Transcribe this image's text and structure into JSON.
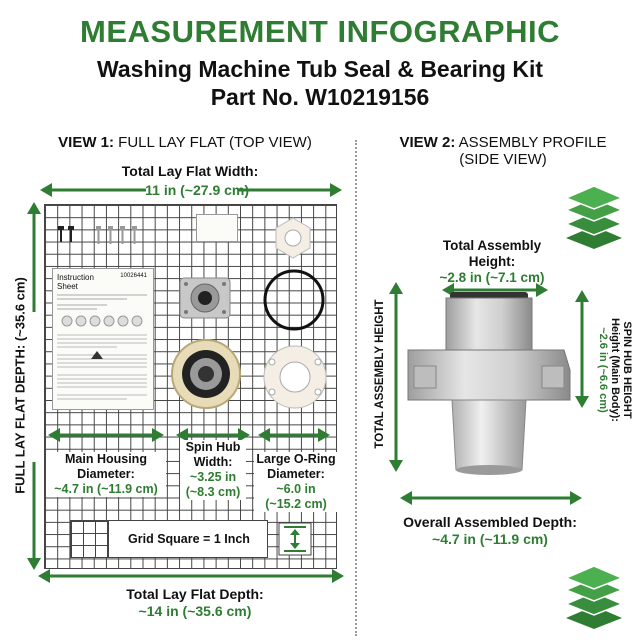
{
  "header": {
    "title": "MEASUREMENT INFOGRAPHIC",
    "subtitle_line1": "Washing Machine Tub Seal & Bearing Kit",
    "subtitle_line2": "Part No. W10219156"
  },
  "view1": {
    "heading_bold": "VIEW 1:",
    "heading_rest": " FULL LAY FLAT (TOP VIEW)",
    "width_label": "Total Lay Flat Width:",
    "width_value": "~11 in (~27.9 cm)",
    "depth_side_label": "FULL LAY FLAT DEPTH: (~35.6 cm)",
    "depth_label": "Total Lay Flat Depth:",
    "depth_value": "~14 in (~35.6 cm)",
    "main_housing_label": "Main Housing Diameter:",
    "main_housing_value": "~4.7 in (~11.9 cm)",
    "spin_hub_label": "Spin Hub Width:",
    "spin_hub_value_1": "~3.25 in",
    "spin_hub_value_2": "(~8.3 cm)",
    "oring_label": "Large O-Ring Diameter:",
    "oring_value_1": "~6.0 in",
    "oring_value_2": "(~15.2 cm)",
    "grid_legend": "Grid Square = 1 Inch",
    "instruction_title_1": "Instruction",
    "instruction_title_2": "Sheet",
    "instruction_number": "10026441"
  },
  "view2": {
    "heading_bold": "VIEW 2:",
    "heading_rest": " ASSEMBLY PROFILE",
    "heading_sub": "(SIDE VIEW)",
    "height_label": "Total Assembly Height:",
    "height_value": "~2.8 in (~7.1 cm)",
    "total_height_side": "TOTAL ASSEMBLY HEIGHT",
    "spin_height_line1": "SPIN HUB HEIGHT",
    "spin_height_line2": "Height (Main Body):",
    "spin_height_line3": "~2.6 in (~6.6 cm)",
    "depth_label": "Overall Assembled Depth:",
    "depth_value": "~4.7 in (~11.9 cm)"
  },
  "icons": {
    "layers_top": "layers-stack-icon",
    "layers_bottom": "layers-stack-icon",
    "height_measure": "height-measure-icon"
  },
  "colors": {
    "accent_green": "#2e7d32",
    "text_dark": "#111111"
  }
}
